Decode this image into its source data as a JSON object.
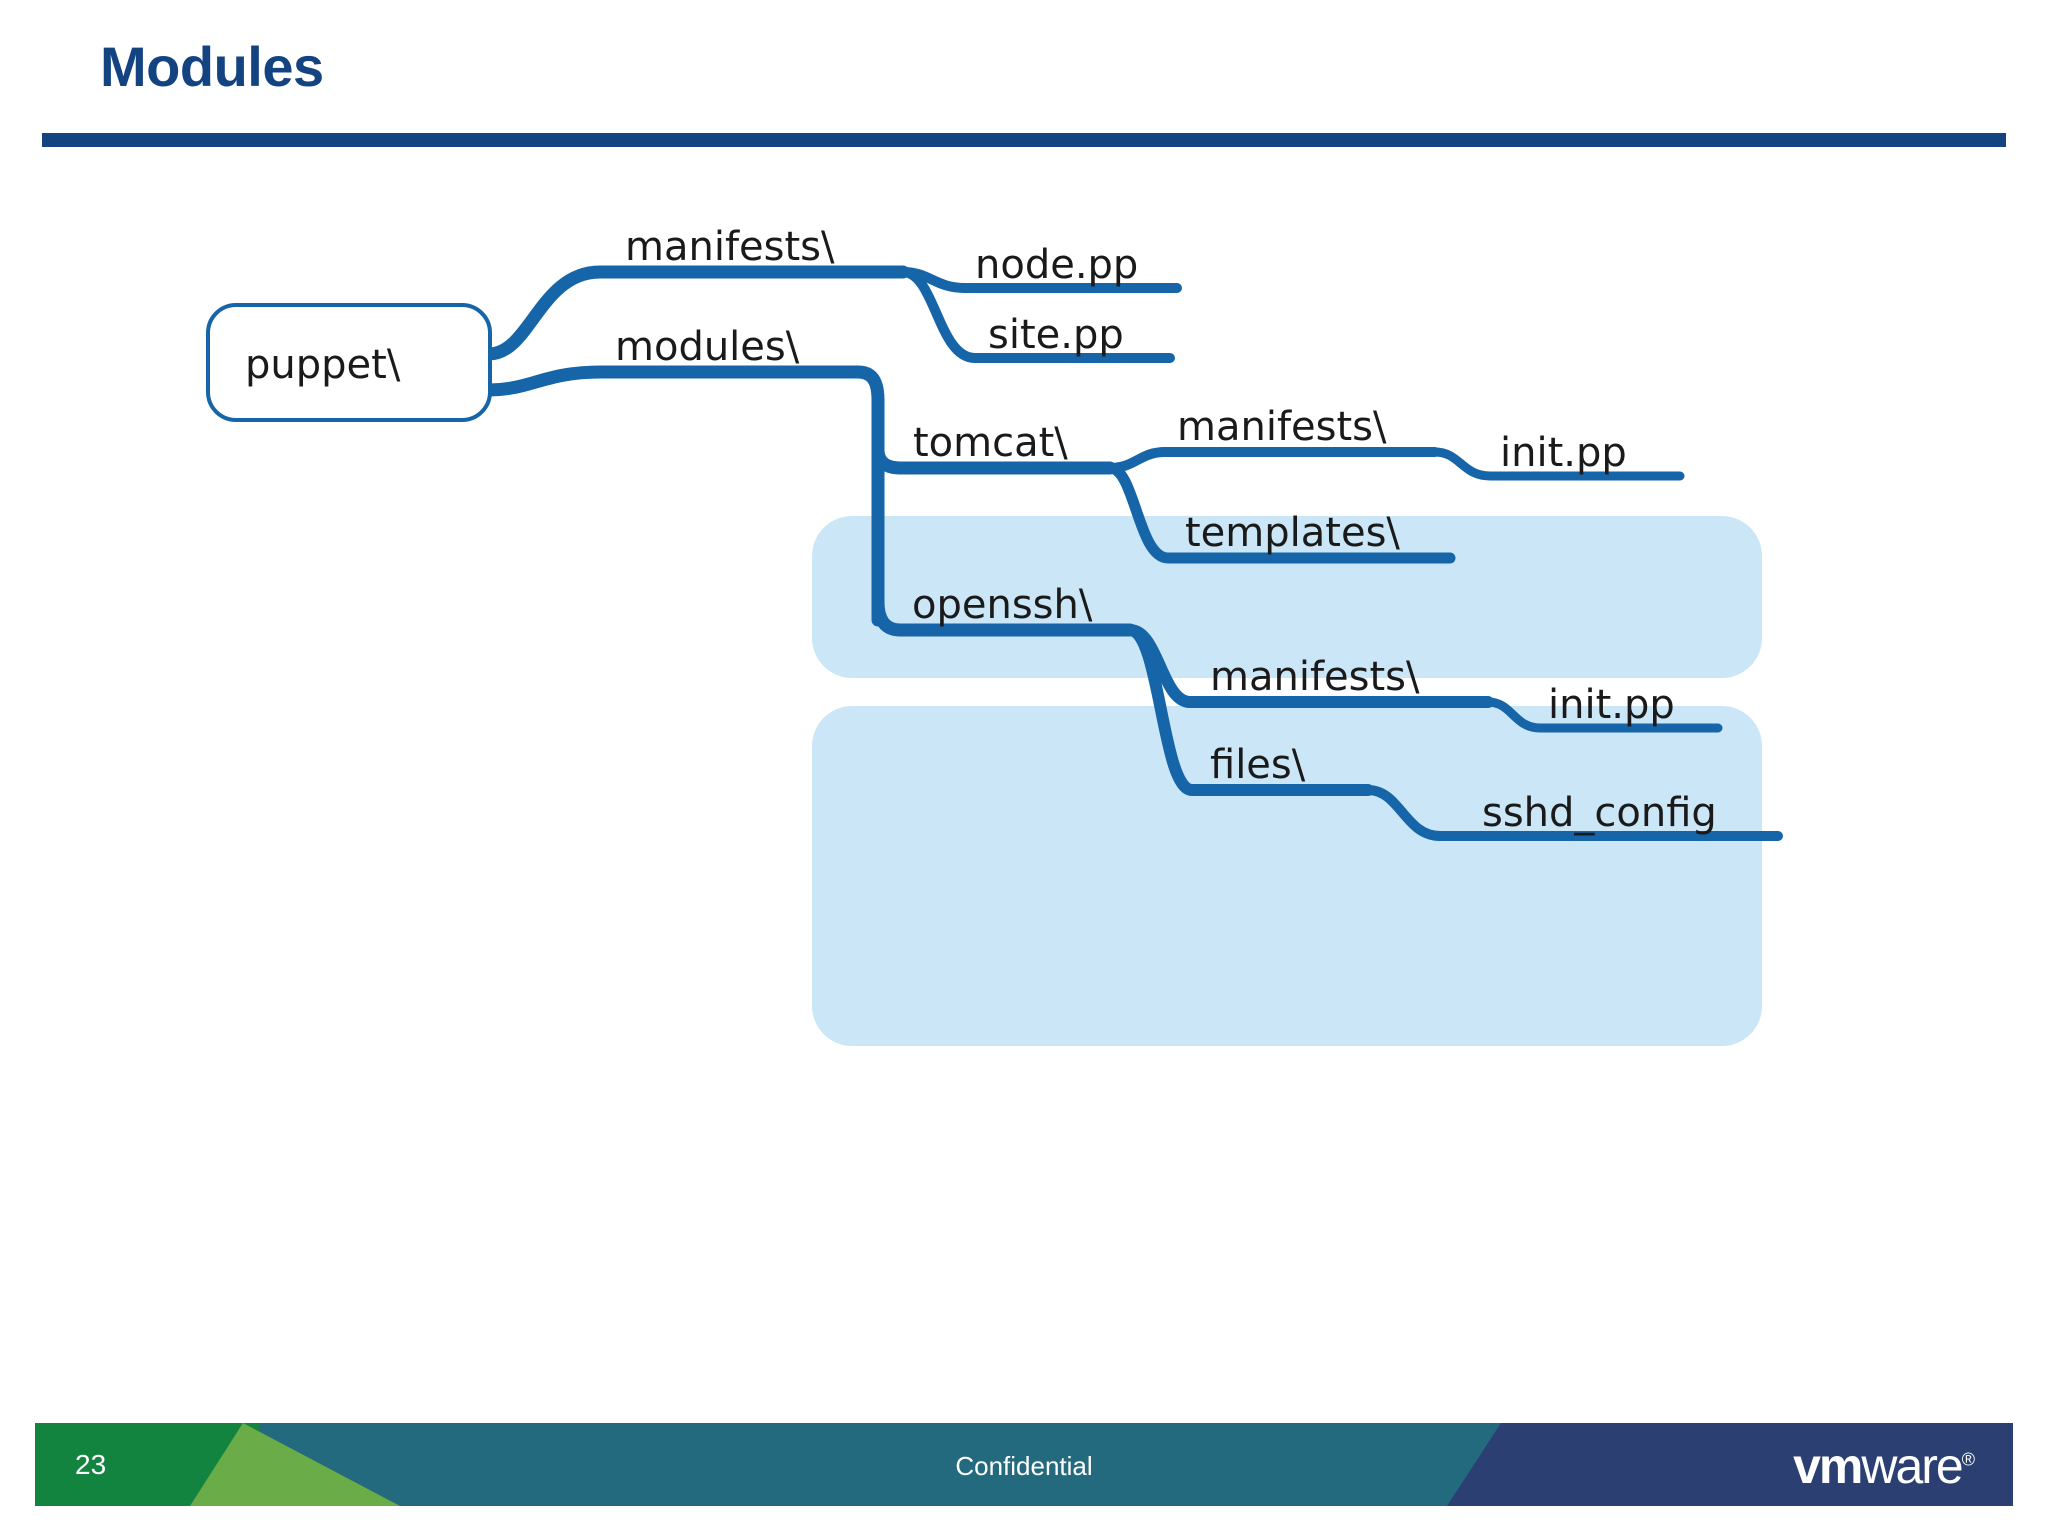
{
  "slide": {
    "title": "Modules",
    "accent_color": "#134481",
    "branch_color": "#1565a8",
    "panel_color": "#cbe7f7"
  },
  "diagram": {
    "type": "mind-map-tree",
    "root": {
      "label": "puppet\\"
    },
    "branches": [
      {
        "label": "manifests\\",
        "children": [
          {
            "label": "node.pp"
          },
          {
            "label": "site.pp"
          }
        ]
      },
      {
        "label": "modules\\",
        "children": [
          {
            "label": "tomcat\\",
            "panel": true,
            "children": [
              {
                "label": "manifests\\",
                "children": [
                  {
                    "label": "init.pp"
                  }
                ]
              },
              {
                "label": "templates\\"
              }
            ]
          },
          {
            "label": "openssh\\",
            "panel": true,
            "children": [
              {
                "label": "manifests\\",
                "children": [
                  {
                    "label": "init.pp"
                  }
                ]
              },
              {
                "label": "files\\",
                "children": [
                  {
                    "label": "sshd_config"
                  }
                ]
              }
            ]
          }
        ]
      }
    ]
  },
  "footer": {
    "page_number": "23",
    "confidential": "Confidential",
    "logo_bold": "vm",
    "logo_light": "ware",
    "logo_mark": "®",
    "green_dark": "#13843f",
    "green_light": "#69ac48",
    "teal": "#236a7e",
    "navy": "#2b3f73"
  }
}
